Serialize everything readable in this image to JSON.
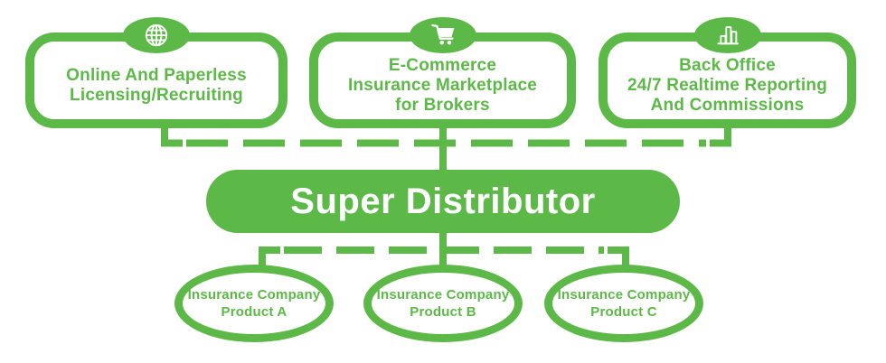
{
  "colors": {
    "green": "#5cb947",
    "node_fill": "#ffffff",
    "label_on_green": "#ffffff"
  },
  "top_nodes": [
    {
      "icon": "globe-icon",
      "lines": [
        "Online And Paperless",
        "Licensing/Recruiting"
      ]
    },
    {
      "icon": "cart-icon",
      "lines": [
        "E-Commerce",
        "Insurance Marketplace",
        "for Brokers"
      ]
    },
    {
      "icon": "bar-chart-icon",
      "lines": [
        "Back Office",
        "24/7 Realtime Reporting",
        "And Commissions"
      ]
    }
  ],
  "hub_node": {
    "label": "Super Distributor"
  },
  "bottom_nodes": [
    {
      "lines": [
        "Insurance Company",
        "Product A"
      ]
    },
    {
      "lines": [
        "Insurance Company",
        "Product B"
      ]
    },
    {
      "lines": [
        "Insurance Company",
        "Product C"
      ]
    }
  ]
}
